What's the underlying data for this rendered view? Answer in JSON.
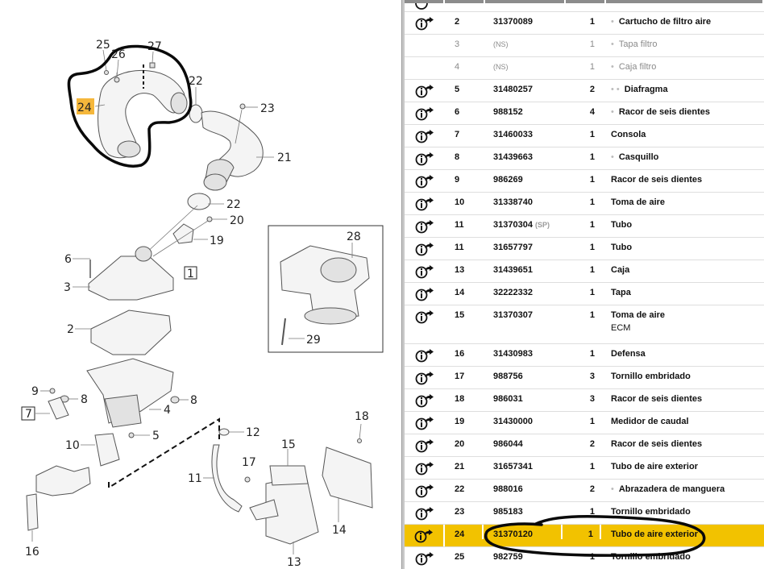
{
  "diagram": {
    "callouts": {
      "c1": "1",
      "c2": "2",
      "c3": "3",
      "c4": "4",
      "c5": "5",
      "c6": "6",
      "c7": "7",
      "c8a": "8",
      "c8b": "8",
      "c9": "9",
      "c10": "10",
      "c11": "11",
      "c12": "12",
      "c13": "13",
      "c14": "14",
      "c15": "15",
      "c16": "16",
      "c17": "17",
      "c18": "18",
      "c19": "19",
      "c20": "20",
      "c21": "21",
      "c22a": "22",
      "c22b": "22",
      "c23": "23",
      "c24": "24",
      "c25": "25",
      "c26": "26",
      "c27": "27",
      "c28": "28",
      "c29": "29"
    },
    "highlighted_callout": "24",
    "highlight_color": "#f5b73b"
  },
  "parts_table": {
    "selected_color": "#f2c200",
    "rows": [
      {
        "pos": "2",
        "part_number": "31370089",
        "tag": "",
        "qty": "1",
        "indent": 1,
        "description": "Cartucho de filtro aire",
        "note": "",
        "ns": false,
        "info": true
      },
      {
        "pos": "3",
        "part_number": "(NS)",
        "tag": "",
        "qty": "1",
        "indent": 1,
        "description": "Tapa filtro",
        "note": "",
        "ns": true,
        "info": false
      },
      {
        "pos": "4",
        "part_number": "(NS)",
        "tag": "",
        "qty": "1",
        "indent": 1,
        "description": "Caja filtro",
        "note": "",
        "ns": true,
        "info": false
      },
      {
        "pos": "5",
        "part_number": "31480257",
        "tag": "",
        "qty": "2",
        "indent": 2,
        "description": "Diafragma",
        "note": "",
        "ns": false,
        "info": true
      },
      {
        "pos": "6",
        "part_number": "988152",
        "tag": "",
        "qty": "4",
        "indent": 1,
        "description": "Racor de seis dientes",
        "note": "",
        "ns": false,
        "info": true
      },
      {
        "pos": "7",
        "part_number": "31460033",
        "tag": "",
        "qty": "1",
        "indent": 0,
        "description": "Consola",
        "note": "",
        "ns": false,
        "info": true
      },
      {
        "pos": "8",
        "part_number": "31439663",
        "tag": "",
        "qty": "1",
        "indent": 1,
        "description": "Casquillo",
        "note": "",
        "ns": false,
        "info": true
      },
      {
        "pos": "9",
        "part_number": "986269",
        "tag": "",
        "qty": "1",
        "indent": 0,
        "description": "Racor de seis dientes",
        "note": "",
        "ns": false,
        "info": true
      },
      {
        "pos": "10",
        "part_number": "31338740",
        "tag": "",
        "qty": "1",
        "indent": 0,
        "description": "Toma de aire",
        "note": "",
        "ns": false,
        "info": true
      },
      {
        "pos": "11",
        "part_number": "31370304",
        "tag": "(SP)",
        "qty": "1",
        "indent": 0,
        "description": "Tubo",
        "note": "",
        "ns": false,
        "info": true
      },
      {
        "pos": "11",
        "part_number": "31657797",
        "tag": "",
        "qty": "1",
        "indent": 0,
        "description": "Tubo",
        "note": "",
        "ns": false,
        "info": true
      },
      {
        "pos": "13",
        "part_number": "31439651",
        "tag": "",
        "qty": "1",
        "indent": 0,
        "description": "Caja",
        "note": "",
        "ns": false,
        "info": true
      },
      {
        "pos": "14",
        "part_number": "32222332",
        "tag": "",
        "qty": "1",
        "indent": 0,
        "description": "Tapa",
        "note": "",
        "ns": false,
        "info": true
      },
      {
        "pos": "15",
        "part_number": "31370307",
        "tag": "",
        "qty": "1",
        "indent": 0,
        "description": "Toma de aire",
        "note": "ECM",
        "ns": false,
        "info": true
      },
      {
        "pos": "16",
        "part_number": "31430983",
        "tag": "",
        "qty": "1",
        "indent": 0,
        "description": "Defensa",
        "note": "",
        "ns": false,
        "info": true
      },
      {
        "pos": "17",
        "part_number": "988756",
        "tag": "",
        "qty": "3",
        "indent": 0,
        "description": "Tornillo embridado",
        "note": "",
        "ns": false,
        "info": true
      },
      {
        "pos": "18",
        "part_number": "986031",
        "tag": "",
        "qty": "3",
        "indent": 0,
        "description": "Racor de seis dientes",
        "note": "",
        "ns": false,
        "info": true
      },
      {
        "pos": "19",
        "part_number": "31430000",
        "tag": "",
        "qty": "1",
        "indent": 0,
        "description": "Medidor de caudal",
        "note": "",
        "ns": false,
        "info": true
      },
      {
        "pos": "20",
        "part_number": "986044",
        "tag": "",
        "qty": "2",
        "indent": 0,
        "description": "Racor de seis dientes",
        "note": "",
        "ns": false,
        "info": true
      },
      {
        "pos": "21",
        "part_number": "31657341",
        "tag": "",
        "qty": "1",
        "indent": 0,
        "description": "Tubo de aire exterior",
        "note": "",
        "ns": false,
        "info": true
      },
      {
        "pos": "22",
        "part_number": "988016",
        "tag": "",
        "qty": "2",
        "indent": 1,
        "description": "Abrazadera de manguera",
        "note": "",
        "ns": false,
        "info": true
      },
      {
        "pos": "23",
        "part_number": "985183",
        "tag": "",
        "qty": "1",
        "indent": 0,
        "description": "Tornillo embridado",
        "note": "",
        "ns": false,
        "info": true
      },
      {
        "pos": "24",
        "part_number": "31370120",
        "tag": "",
        "qty": "1",
        "indent": 0,
        "description": "Tubo de aire exterior",
        "note": "",
        "ns": false,
        "info": true,
        "selected": true
      },
      {
        "pos": "25",
        "part_number": "982759",
        "tag": "",
        "qty": "1",
        "indent": 0,
        "description": "Tornillo embridado",
        "note": "",
        "ns": false,
        "info": true
      }
    ]
  },
  "icons": {
    "info": "info-link-icon"
  }
}
